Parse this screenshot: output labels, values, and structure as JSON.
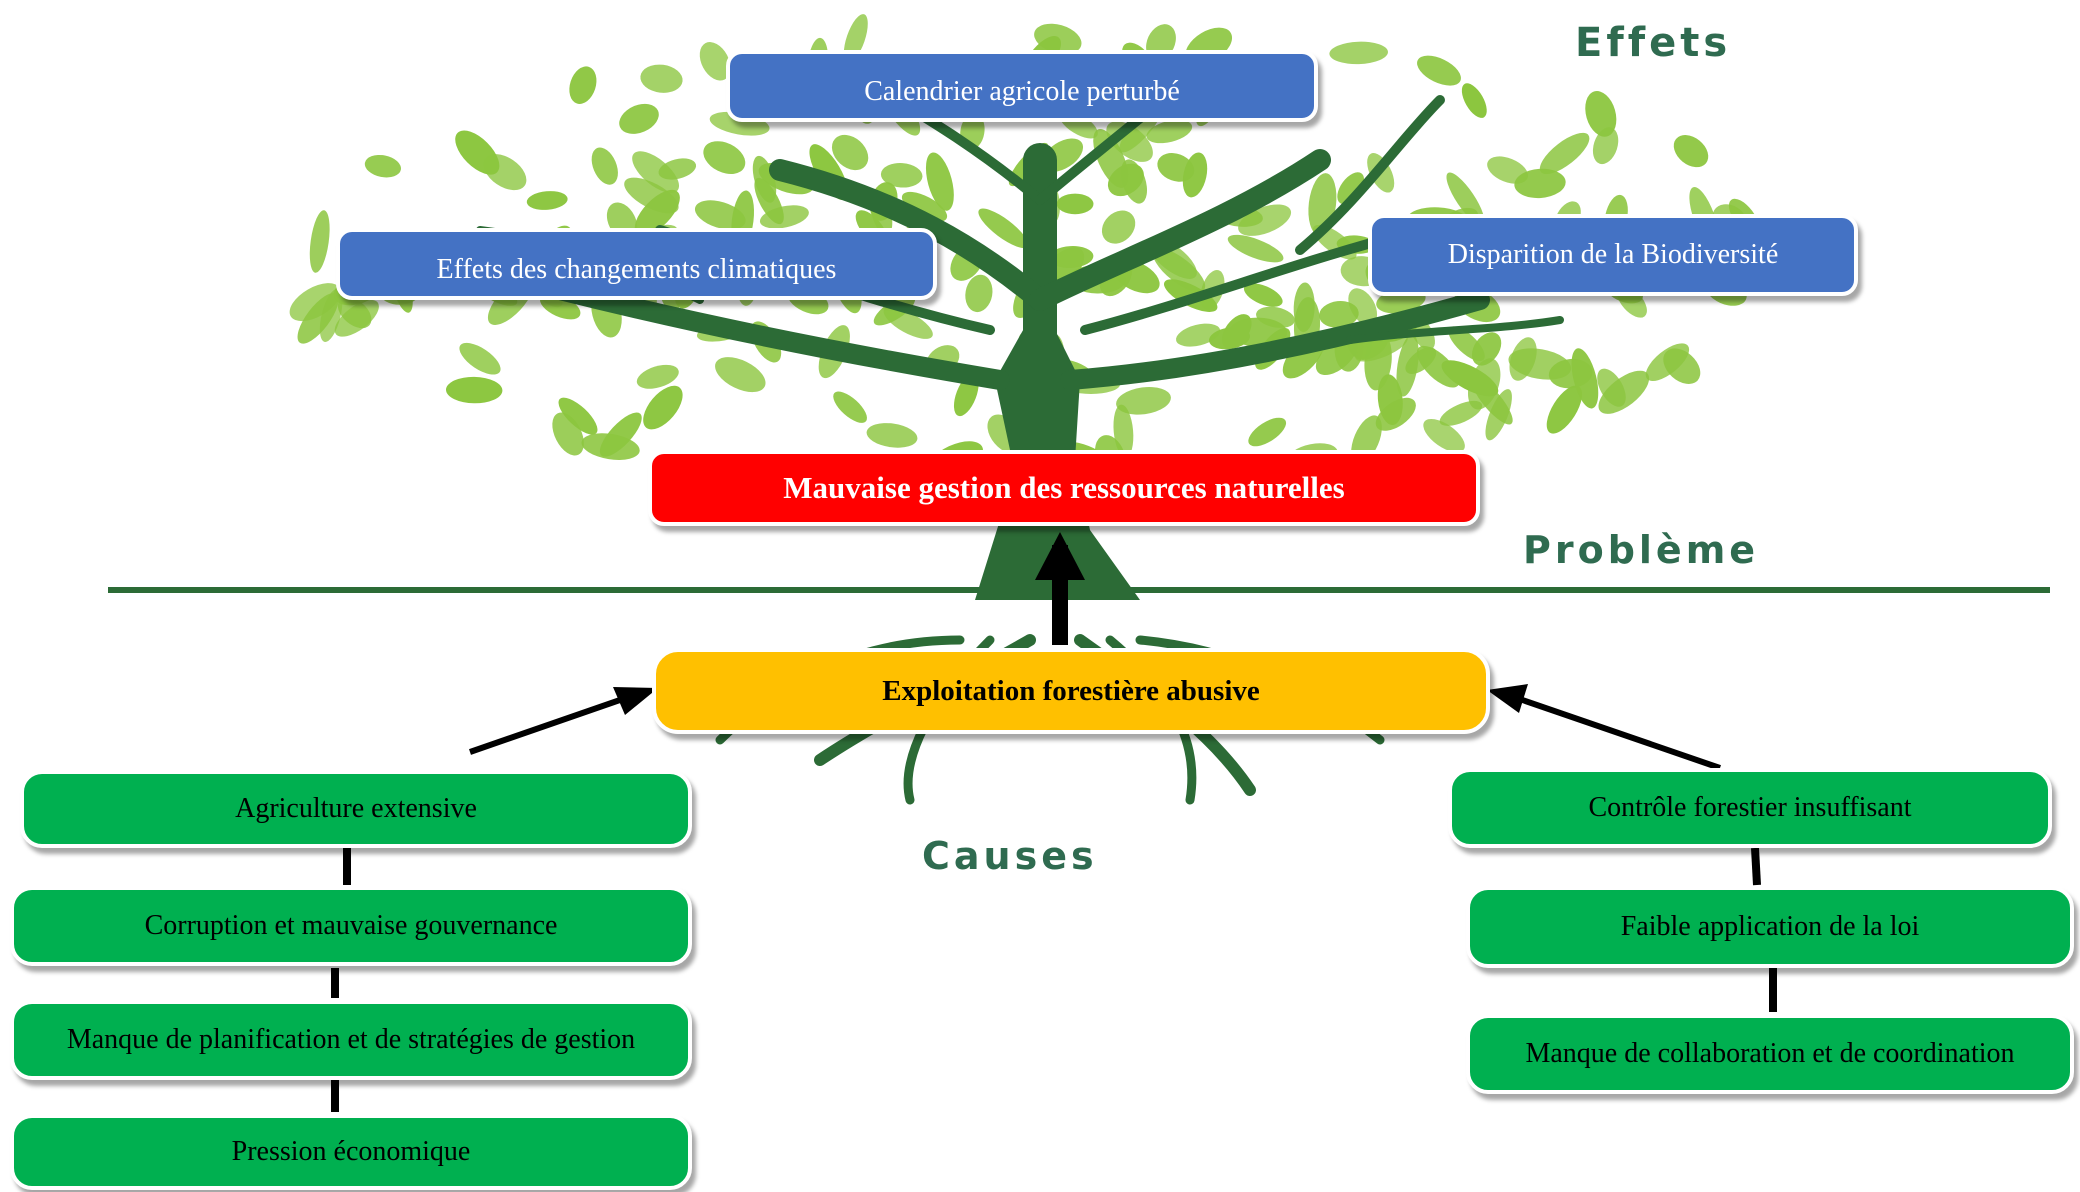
{
  "labels": {
    "effects": "Effets",
    "problem": "Problème",
    "causes": "Causes"
  },
  "effects": {
    "calendar": "Calendrier agricole perturbé",
    "climate": "Effets des changements climatiques",
    "biodiversity": "Disparition de la Biodiversité"
  },
  "problem": "Mauvaise gestion des ressources naturelles",
  "main_cause": "Exploitation forestière abusive",
  "causes_left": [
    "Agriculture extensive",
    "Corruption et mauvaise gouvernance",
    "Manque de planification et de stratégies de gestion",
    "Pression économique"
  ],
  "causes_right": [
    "Contrôle forestier insuffisant",
    "Faible application de la loi",
    "Manque de collaboration et de coordination"
  ],
  "colors": {
    "effect_box": "#4472c4",
    "problem_box": "#ff0000",
    "main_cause_box": "#ffc000",
    "cause_box": "#00b050",
    "tree_trunk": "#2c6b36",
    "leaf": "#8cc63f",
    "label": "#2f6b50"
  }
}
